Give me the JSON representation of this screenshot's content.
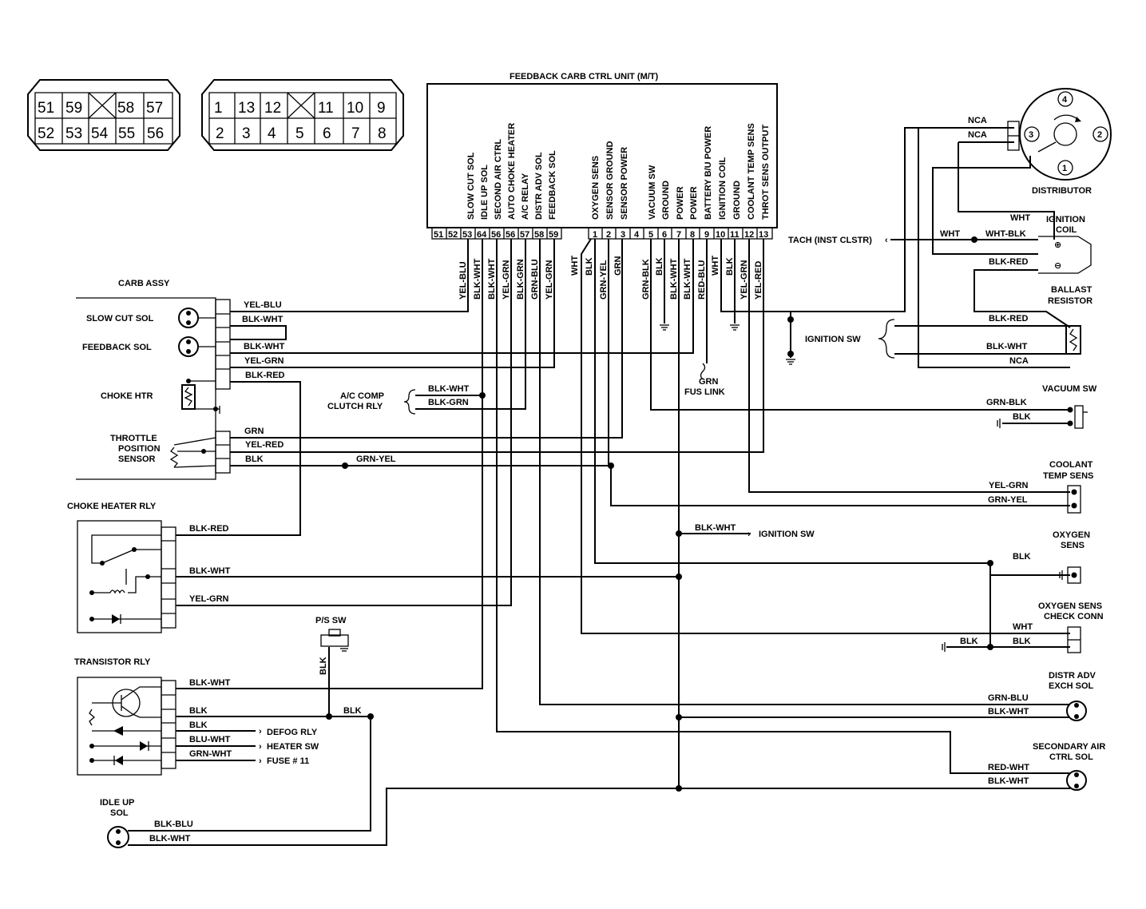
{
  "ecu": {
    "title": "FEEDBACK CARB CTRL UNIT (M/T)",
    "left_functions": [
      "SLOW CUT SOL",
      "IDLE UP SOL",
      "SECOND AIR CTRL",
      "AUTO CHOKE HEATER",
      "A/C RELAY",
      "DISTR ADV SOL",
      "FEEDBACK SOL"
    ],
    "right_functions": [
      "OXYGEN SENS",
      "SENSOR GROUND",
      "SENSOR POWER",
      "VACUUM SW",
      "GROUND",
      "POWER",
      "POWER",
      "BATTERY B/U POWER",
      "IGNITION COIL",
      "GROUND",
      "COOLANT TEMP SENS",
      "THROT SENS OUTPUT"
    ],
    "pins_left": [
      "51",
      "52",
      "53",
      "64",
      "56",
      "56",
      "57",
      "58",
      "59"
    ],
    "pins_right": [
      "1",
      "2",
      "3",
      "4",
      "5",
      "6",
      "7",
      "8",
      "9",
      "10",
      "11",
      "12",
      "13"
    ],
    "wires_left": [
      "YEL-BLU",
      "BLK-WHT",
      "BLK-WHT",
      "YEL-GRN",
      "BLK-GRN",
      "GRN-BLU",
      "YEL-GRN"
    ],
    "wires_right": [
      "WHT",
      "BLK",
      "GRN-YEL",
      "GRN",
      "GRN-BLK",
      "BLK",
      "BLK-WHT",
      "BLK-WHT",
      "RED-BLU",
      "WHT",
      "BLK",
      "YEL-GRN",
      "YEL-RED"
    ]
  },
  "connector_a": {
    "top": [
      "51",
      "59",
      "58",
      "57"
    ],
    "bottom": [
      "52",
      "53",
      "54",
      "55",
      "56"
    ]
  },
  "connector_b": {
    "top": [
      "1",
      "13",
      "12",
      "11",
      "10",
      "9"
    ],
    "bottom": [
      "2",
      "3",
      "4",
      "5",
      "6",
      "7",
      "8"
    ]
  },
  "carb": {
    "title": "CARB ASSY",
    "labels": [
      "SLOW CUT SOL",
      "FEEDBACK SOL",
      "CHOKE HTR",
      "THROTTLE",
      "POSITION",
      "SENSOR"
    ],
    "wires": [
      "YEL-BLU",
      "BLK-WHT",
      "BLK-WHT",
      "YEL-GRN",
      "BLK-RED",
      "GRN",
      "YEL-RED",
      "BLK",
      "GRN-YEL"
    ]
  },
  "ac": {
    "label": [
      "A/C COMP",
      "CLUTCH RLY"
    ],
    "wires": [
      "BLK-WHT",
      "BLK-GRN"
    ]
  },
  "choke_relay": {
    "title": "CHOKE HEATER RLY",
    "wires": [
      "BLK-RED",
      "BLK-WHT",
      "YEL-GRN"
    ]
  },
  "ps_sw": {
    "title": "P/S SW",
    "wire": "BLK"
  },
  "transistor": {
    "title": "TRANSISTOR RLY",
    "wires": [
      "BLK-WHT",
      "BLK",
      "BLK",
      "BLU-WHT",
      "GRN-WHT",
      "BLK"
    ],
    "destinations": [
      "DEFOG RLY",
      "HEATER SW",
      "FUSE # 11"
    ]
  },
  "idle_up": {
    "title": [
      "IDLE UP",
      "SOL"
    ],
    "wires": [
      "BLK-BLU",
      "BLK-WHT"
    ]
  },
  "distributor": {
    "title": "DISTRIBUTOR",
    "terminals": [
      "4",
      "3",
      "2",
      "1"
    ],
    "wires": [
      "NCA",
      "NCA"
    ]
  },
  "ignition_coil": {
    "title": [
      "IGNITION",
      "COIL"
    ],
    "wires": [
      "WHT",
      "WHT",
      "WHT-BLK",
      "BLK-RED"
    ]
  },
  "tach": {
    "label": "TACH (INST CLSTR)"
  },
  "ballast": {
    "title": [
      "BALLAST",
      "RESISTOR"
    ],
    "wires": [
      "BLK-RED",
      "BLK-WHT",
      "NCA"
    ]
  },
  "ignition_sw": {
    "label": "IGNITION SW"
  },
  "fus_link": {
    "label": [
      "GRN",
      "FUS LINK"
    ]
  },
  "ignition_sw2": {
    "label": "IGNITION SW",
    "wire": "BLK-WHT"
  },
  "vacuum_sw": {
    "title": "VACUUM SW",
    "wires": [
      "GRN-BLK",
      "BLK"
    ]
  },
  "coolant": {
    "title": [
      "COOLANT",
      "TEMP SENS"
    ],
    "wires": [
      "YEL-GRN",
      "GRN-YEL"
    ]
  },
  "oxygen": {
    "title": [
      "OXYGEN",
      "SENS"
    ],
    "wire": "BLK"
  },
  "oxygen_check": {
    "title": [
      "OXYGEN SENS",
      "CHECK CONN"
    ],
    "wires": [
      "WHT",
      "BLK",
      "BLK"
    ]
  },
  "distr_adv": {
    "title": [
      "DISTR ADV",
      "EXCH SOL"
    ],
    "wires": [
      "GRN-BLU",
      "BLK-WHT"
    ]
  },
  "secondary_air": {
    "title": [
      "SECONDARY AIR",
      "CTRL SOL"
    ],
    "wires": [
      "RED-WHT",
      "BLK-WHT"
    ]
  }
}
